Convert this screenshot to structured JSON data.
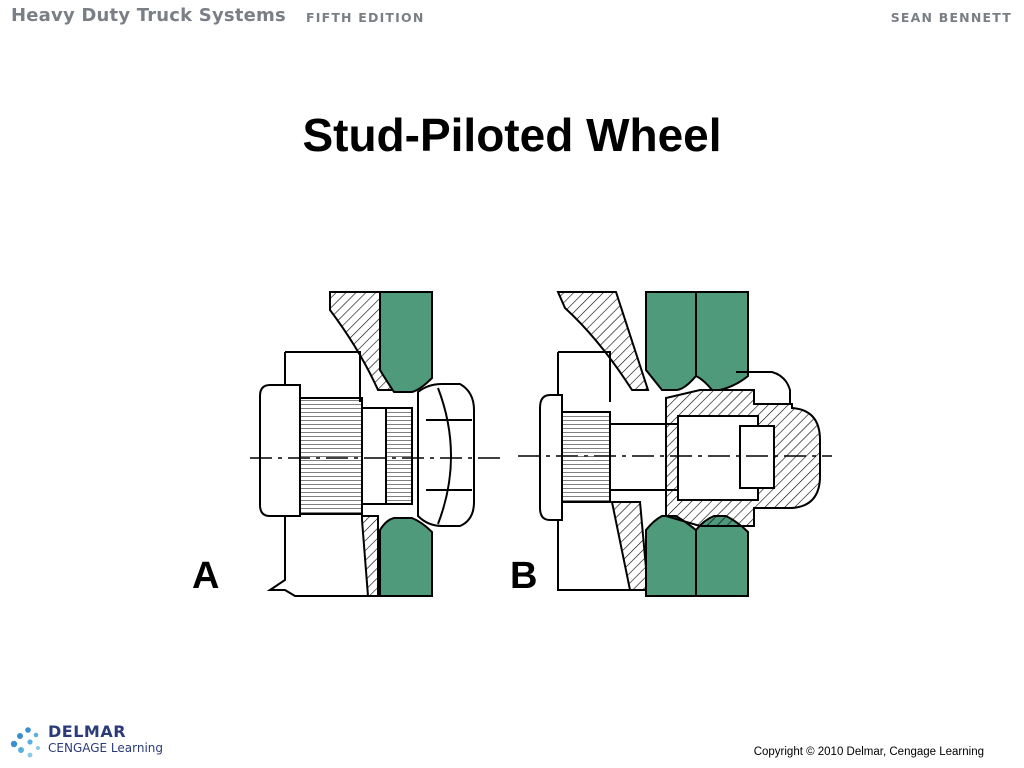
{
  "header": {
    "book_title": "Heavy Duty Truck Systems",
    "edition": "FIFTH EDITION",
    "author": "SEAN BENNETT"
  },
  "slide": {
    "title": "Stud-Piloted Wheel"
  },
  "figure": {
    "label_a": "A",
    "label_b": "B",
    "colors": {
      "wheel_disc": "#4e9a7a",
      "line": "#000000"
    }
  },
  "footer": {
    "logo_name": "DELMAR",
    "logo_sub": "CENGAGE Learning",
    "copyright": "Copyright © 2010 Delmar, Cengage Learning"
  }
}
